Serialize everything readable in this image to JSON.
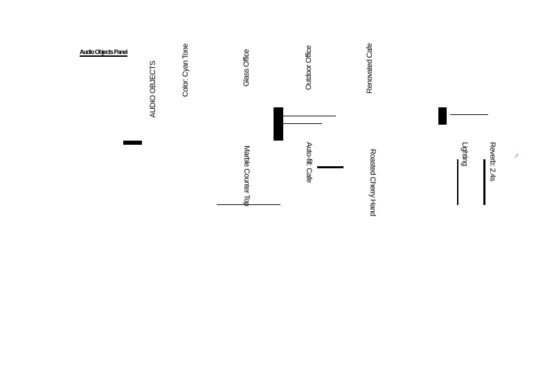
{
  "header": {
    "title": "Audio Objects Panel"
  },
  "top_row": [
    {
      "label": "AUDIO OBJECTS"
    },
    {
      "label": "Color: Cyan Tone"
    },
    {
      "label": "Glass Office"
    },
    {
      "label": "Outdoor Office"
    },
    {
      "label": "Renovated Cafe"
    }
  ],
  "bottom_row": [
    {
      "label": "Marble Counter Top"
    },
    {
      "label": "Auto-fill: Cafe"
    },
    {
      "label": "Roasted Cherry Hand"
    },
    {
      "label": "Lighting"
    },
    {
      "label": "Reverb: 2.4s"
    }
  ],
  "colors": {
    "accent": "#c0607a"
  }
}
